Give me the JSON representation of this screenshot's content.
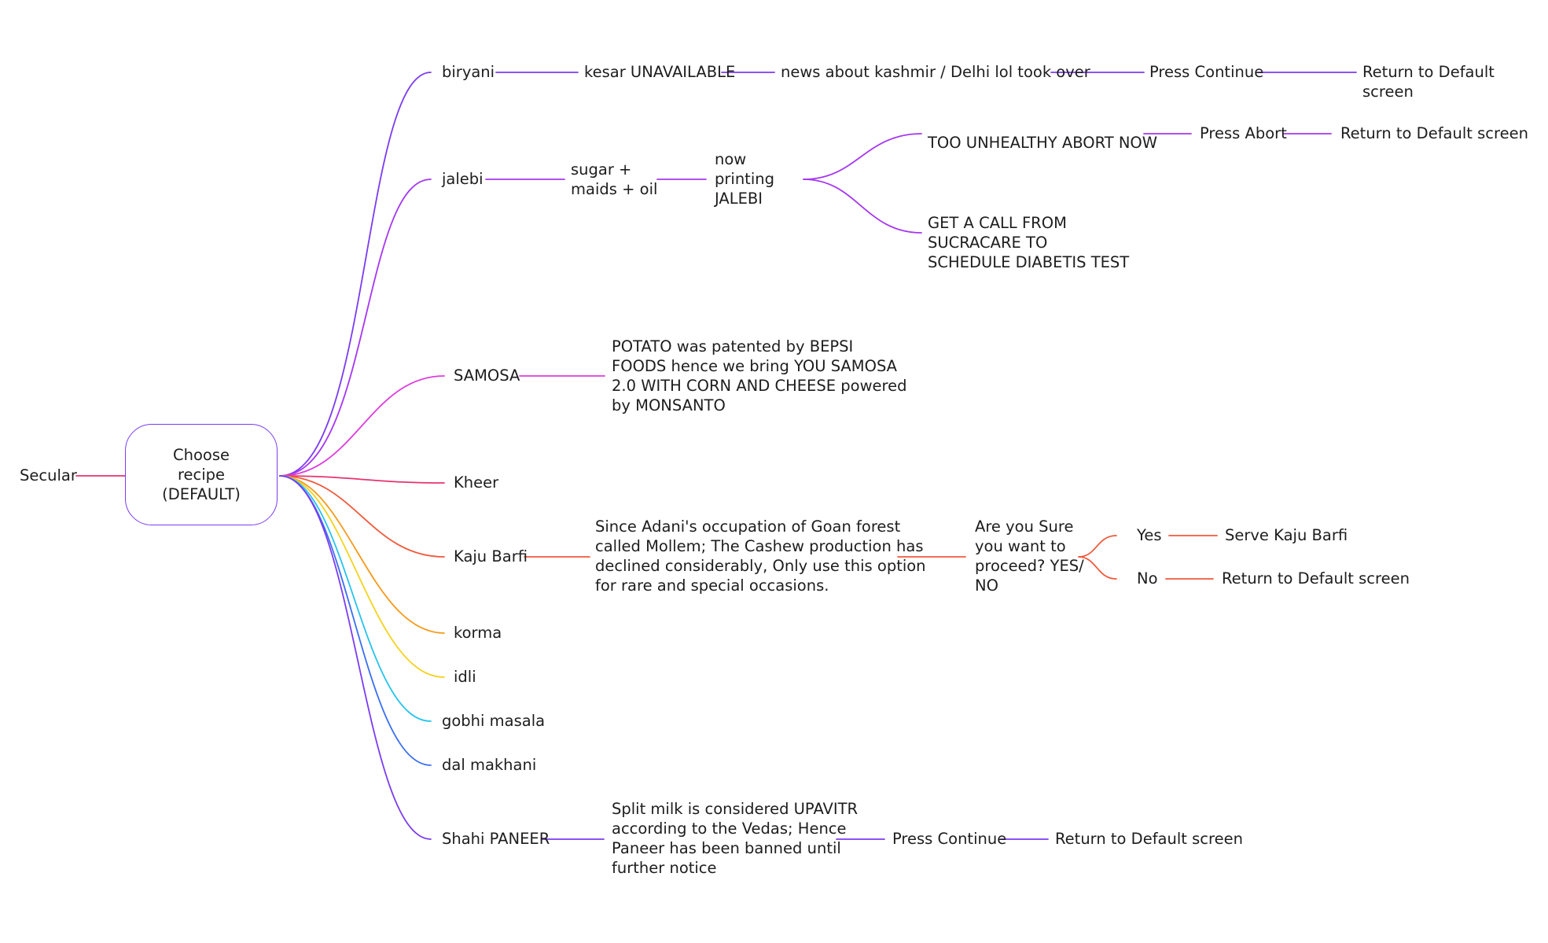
{
  "colors": {
    "violet": "#7b3cf0",
    "purple": "#a537f0",
    "magenta": "#dd3cdc",
    "pink": "#e8336e",
    "red": "#f05a3c",
    "orange": "#f59a1a",
    "yellow": "#f5d21e",
    "cyan": "#26c3ec",
    "blue": "#3b6ff0"
  },
  "root": {
    "label": "Secular"
  },
  "center": {
    "label": "Choose\nrecipe\n(DEFAULT)"
  },
  "branches": {
    "biryani": {
      "label": "biryani",
      "steps": [
        "kesar UNAVAILABLE",
        "news about kashmir / Delhi lol took over",
        "Press Continue",
        "Return to Default screen"
      ]
    },
    "jalebi": {
      "label": "jalebi",
      "step1": "sugar +\nmaids + oil",
      "step2": "now\nprinting\nJALEBI",
      "opt1": "TOO UNHEALTHY ABORT NOW",
      "opt1_press": "Press Abort",
      "opt1_return": "Return to Default screen",
      "opt2": "GET A CALL FROM\nSUCRACARE TO\nSCHEDULE DIABETIS TEST"
    },
    "samosa": {
      "label": "SAMOSA",
      "note": "POTATO was patented by BEPSI\nFOODS hence we bring YOU SAMOSA\n2.0  WITH CORN AND CHEESE powered\nby MONSANTO"
    },
    "kheer": {
      "label": "Kheer"
    },
    "kaju_barfi": {
      "label": "Kaju Barfi",
      "note": "Since Adani's occupation of Goan forest\ncalled Mollem; The Cashew production has\ndeclined considerably, Only use this option\nfor rare and special occasions.",
      "question": "Are you Sure\nyou want to\nproceed? YES/\nNO",
      "yes": "Yes",
      "yes_result": "Serve Kaju Barfi",
      "no": "No",
      "no_result": "Return to Default screen"
    },
    "korma": {
      "label": "korma"
    },
    "idli": {
      "label": "idli"
    },
    "gobhi_masala": {
      "label": "gobhi masala"
    },
    "dal_makhani": {
      "label": "dal makhani"
    },
    "shahi_paneer": {
      "label": "Shahi PANEER",
      "note": "Split milk is considered UPAVITR\naccording to the Vedas; Hence\nPaneer has been banned until\nfurther notice",
      "press": "Press Continue",
      "return": "Return to Default screen"
    }
  }
}
